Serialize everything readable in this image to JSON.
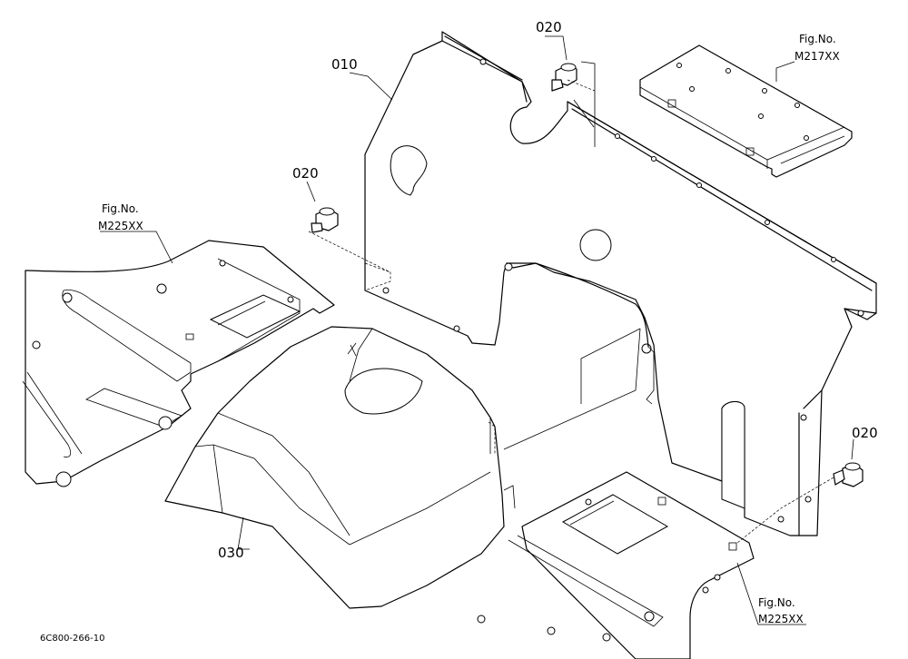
{
  "diagram": {
    "part_labels": {
      "panel": "010",
      "bolt_top": "020",
      "bolt_left": "020",
      "bolt_right": "020",
      "cover": "030"
    },
    "fig_refs": {
      "top_right": {
        "label": "Fig.No.",
        "number": "M217XX"
      },
      "left": {
        "label": "Fig.No.",
        "number": "M225XX"
      },
      "bottom_right": {
        "label": "Fig.No.",
        "number": "M225XX"
      }
    },
    "drawing_code": "6C800-266-10"
  }
}
